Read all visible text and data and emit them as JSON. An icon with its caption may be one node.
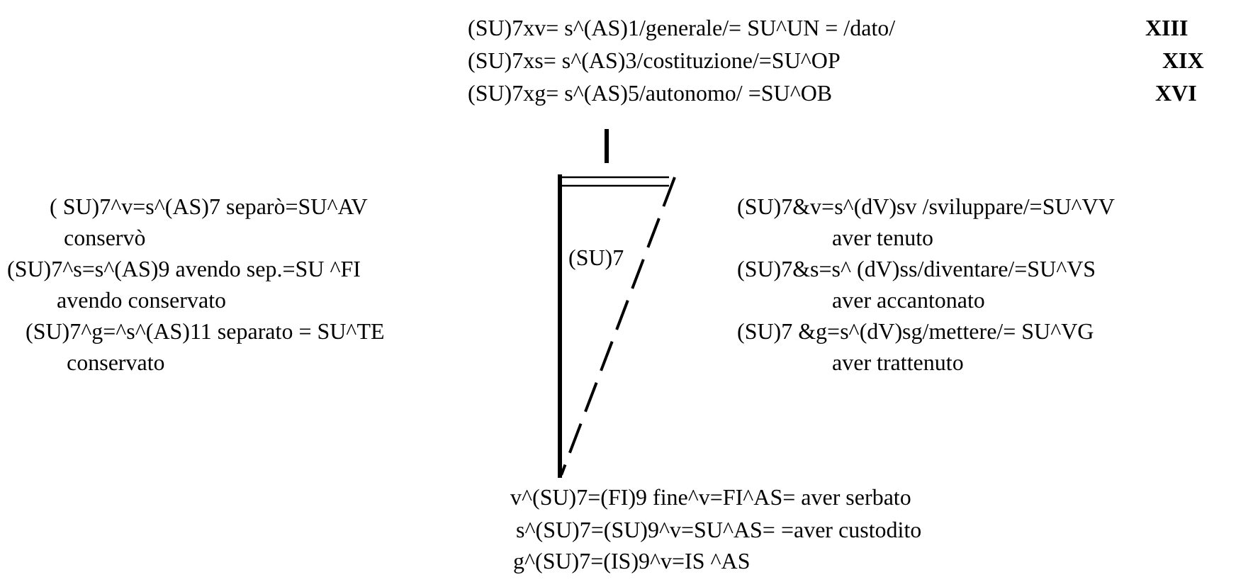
{
  "diagram": {
    "nodes": [
      {
        "text": [
          "(SU)7"
        ]
      }
    ],
    "labels": [
      "(SU)7xv= s^(AS)1/generale/= SU^UN = /dato/",
      "XIII",
      "(SU)7xs= s^(AS)3/costituzione/=SU^OP",
      "XIX",
      "(SU)7xg= s^(AS)5/autonomo/ =SU^OB",
      "XVI",
      "( SU)7^v=s^(AS)7 separò=SU^AV",
      "conservò",
      "(SU)7^s=s^(AS)9 avendo sep.=SU ^FI",
      "avendo conservato",
      "(SU)7^g=^s^(AS)11 separato = SU^TE",
      "conservato",
      "(SU)7&v=s^(dV)sv /sviluppare/=SU^VV",
      "aver tenuto",
      "(SU)7&s=s^ (dV)ss/diventare/=SU^VS",
      "aver accantonato",
      "(SU)7 &g=s^(dV)sg/mettere/= SU^VG",
      "aver trattenuto",
      "v^(SU)7=(FI)9 fine^v=FI^AS= aver serbato",
      "s^(SU)7=(SU)9^v=SU^AS= =aver custodito",
      "g^(SU)7=(IS)9^v=IS ^AS"
    ]
  }
}
